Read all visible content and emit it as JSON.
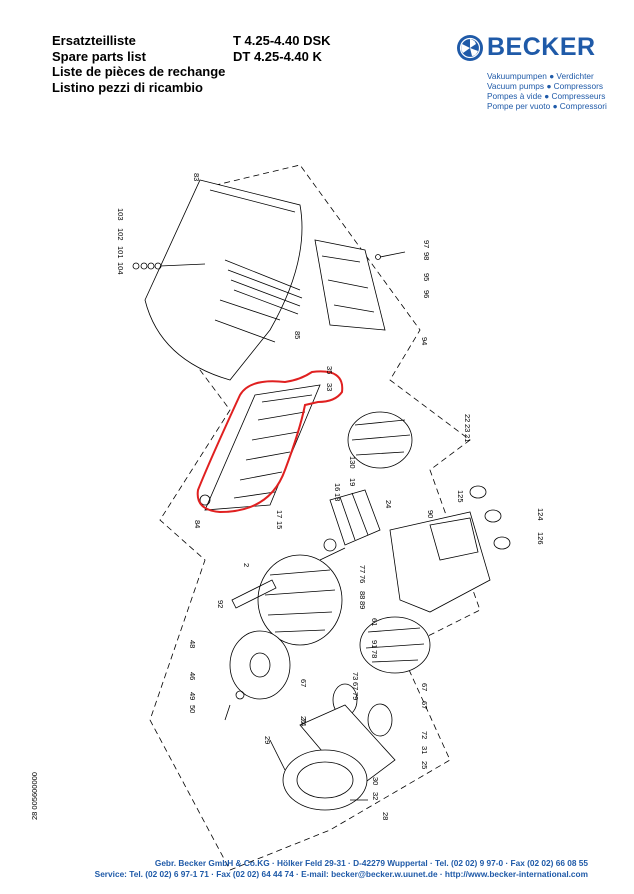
{
  "header": {
    "titles": [
      "Ersatzteilliste",
      "Spare parts list",
      "Liste de pièces de rechange",
      "Listino pezzi di ricambio"
    ],
    "models": [
      "T 4.25-4.40 DSK",
      "DT 4.25-4.40 K"
    ]
  },
  "brand": {
    "name": "BECKER",
    "color": "#1f5aa8",
    "icon": "becker-fan-logo-icon",
    "tagline": [
      "Vakuumpumpen ●  Verdichter",
      "Vacuum pumps ●  Compressors",
      "Pompes à vide ●  Compresseurs",
      "Pompe per vuoto ●  Compressori"
    ]
  },
  "document_code": "28 005600000",
  "highlight_color": "#e02020",
  "parts": {
    "labels": {
      "p83": "83",
      "p103": "103",
      "p102": "102",
      "p101": "101",
      "p104": "104",
      "p97": "97",
      "p98": "98",
      "p95": "95",
      "p96": "96",
      "p94": "94",
      "p85": "85",
      "p35": "35",
      "p33": "33",
      "p22": "22",
      "p23": "23",
      "p21": "21",
      "p130": "130",
      "p19": "19",
      "p16": "16",
      "p18": "18",
      "p24": "24",
      "p84": "84",
      "p17": "17",
      "p15": "15",
      "p125": "125",
      "p90": "90",
      "p124": "124",
      "p126": "126",
      "p2": "2",
      "p77": "77",
      "p76": "76",
      "p88": "88",
      "p89": "89",
      "p92": "92",
      "p61": "61",
      "p91": "91",
      "p78": "78",
      "p48": "48",
      "p46": "46",
      "p73": "73",
      "p67a": "67",
      "p79": "79",
      "p67b": "67",
      "p74": "74",
      "p67c": "67",
      "p67d": "67",
      "p50": "50",
      "p49": "49",
      "p25a": "25",
      "p72": "72",
      "p31": "31",
      "p25b": "25",
      "p29": "29",
      "p30": "30",
      "p32": "32",
      "p28": "28"
    }
  },
  "footer": {
    "line1": "Gebr. Becker GmbH & Co.KG · Hölker Feld 29-31 · D-42279 Wuppertal · Tel. (02 02) 9 97-0 · Fax (02 02) 66 08 55",
    "line2": "Service: Tel. (02 02) 6 97-1 71 · Fax (02 02) 64 44 74 · E-mail: becker@becker.w.uunet.de · http://www.becker-international.com"
  }
}
